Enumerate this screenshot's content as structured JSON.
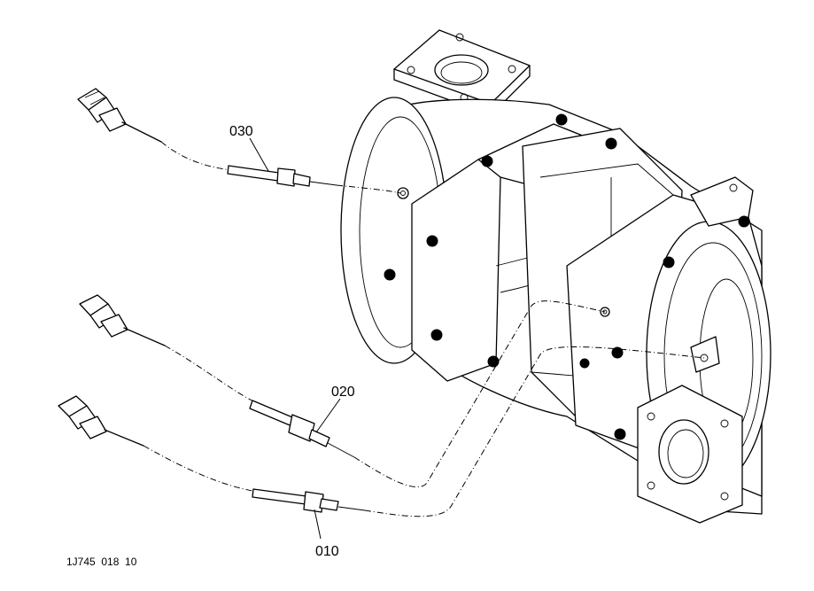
{
  "drawing": {
    "callouts": {
      "c030": "030",
      "c020": "020",
      "c010": "010"
    },
    "drawing_number": "1J745  018  10"
  }
}
